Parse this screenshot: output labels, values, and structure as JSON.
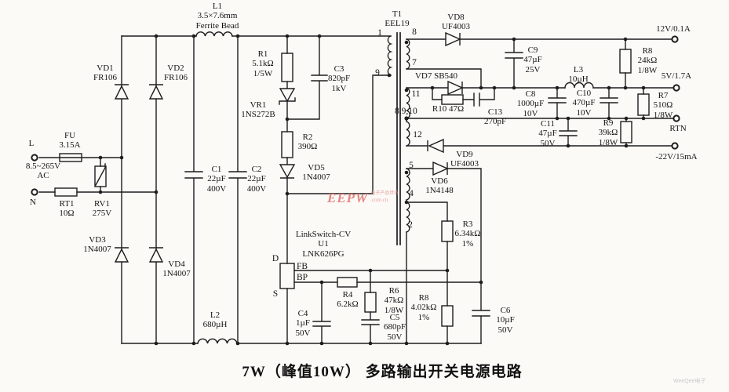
{
  "caption": "7W（峰值10W） 多路输出开关电源电路",
  "watermark": {
    "logo": "EEPW",
    "tagline": "电子产品世界",
    "domain": ".com.cn",
    "corner": "WeeQee电子"
  },
  "terminals": {
    "live": "L",
    "neutral": "N",
    "ac_rating": "8.5~265V\nAC",
    "out_12v": "12V/0.1A",
    "out_5v": "5V/1.7A",
    "rtn": "RTN",
    "out_neg22v": "-22V/15mA"
  },
  "transformer": {
    "name": "T1\nEEL19",
    "pins": {
      "p1": "1",
      "p9": "9",
      "p8": "8",
      "p7": "7",
      "p11": "11",
      "p8910": "8,9,10",
      "p12": "12",
      "p5": "5",
      "p4": "4",
      "p2": "2"
    }
  },
  "ic_pins": {
    "d": "D",
    "fb": "FB",
    "bp": "BP",
    "s": "S"
  },
  "components": {
    "fu": "FU\n3.15A",
    "rt1": "RT1\n10Ω",
    "rv1": "RV1\n275V",
    "vd1": "VD1\nFR106",
    "vd2": "VD2\nFR106",
    "vd3": "VD3\n1N4007",
    "vd4": "VD4\n1N4007",
    "l1": "L1\n3.5×7.6mm\nFerrite Bead",
    "c1": "C1\n22µF\n400V",
    "c2": "C2\n22µF\n400V",
    "l2": "L2\n680µH",
    "r1": "R1\n5.1kΩ\n1/5W",
    "vr1": "VR1\n1NS272B",
    "r2": "R2\n390Ω",
    "vd5": "VD5\n1N4007",
    "c3": "C3\n820pF\n1kV",
    "u1": "LinkSwitch-CV\nU1\nLNK626PG",
    "r4": "R4\n6.2kΩ",
    "c4": "C4\n1µF\n50V",
    "r6": "R6\n47kΩ\n1/8W",
    "c5": "C5\n680pF\n50V",
    "r8_fb": "R8\n4.02kΩ\n1%",
    "c6": "C6\n10µF\n50V",
    "r3": "R3\n6.34kΩ\n1%",
    "vd6": "VD6\n1N4148",
    "vd9": "VD9\nUF4003",
    "vd8": "VD8\nUF4003",
    "vd7": "VD7  SB540",
    "r10": "R10 47Ω",
    "c13": "C13\n270pF",
    "c9": "C9\n47µF\n25V",
    "c8": "C8\n1000µF\n10V",
    "l3": "L3\n10µH",
    "c10": "C10\n470µF\n10V",
    "c11": "C11\n47µF\n50V",
    "r8_out": "R8\n24kΩ\n1/8W",
    "r7": "R7\n510Ω\n1/8W",
    "r9": "R9\n39kΩ\n1/8W"
  }
}
